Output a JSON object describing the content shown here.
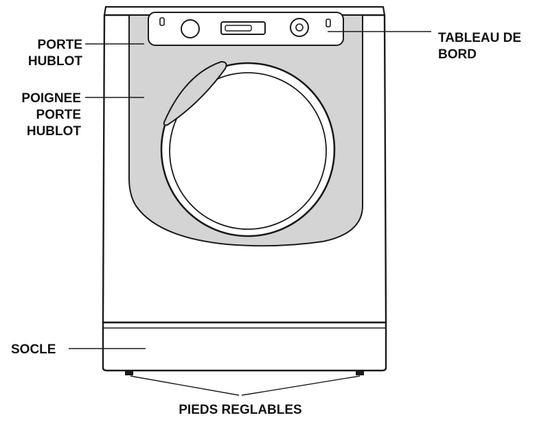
{
  "colors": {
    "outline": "#1a1a1a",
    "body_fill": "#ffffff",
    "door_panel_fill": "#d4d4d4",
    "label_text": "#111111"
  },
  "labels": {
    "porte_hublot": {
      "line1": "PORTE",
      "line2": "HUBLOT"
    },
    "poignee_porte_hublot": {
      "line1": "POIGNEE",
      "line2": "PORTE",
      "line3": "HUBLOT"
    },
    "tableau_de_bord": {
      "line1": "TABLEAU DE",
      "line2": "BORD"
    },
    "socle": {
      "line1": "SOCLE"
    },
    "pieds_reglables": {
      "line1": "PIEDS REGLABLES"
    }
  }
}
